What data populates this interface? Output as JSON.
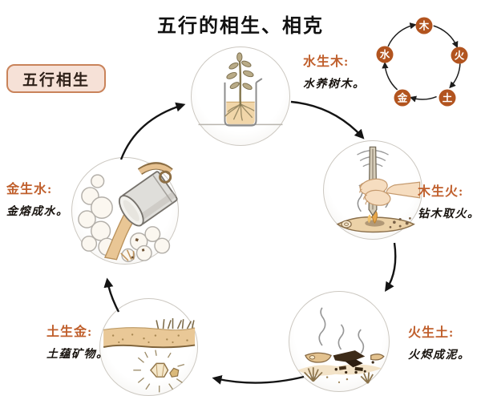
{
  "title": "五行的相生、相克",
  "badge": {
    "label": "五行相生"
  },
  "mini_cycle": {
    "direction": "clockwise",
    "nodes": [
      {
        "label": "木"
      },
      {
        "label": "火"
      },
      {
        "label": "土"
      },
      {
        "label": "金"
      },
      {
        "label": "水"
      }
    ]
  },
  "stages": [
    {
      "name": "水生木",
      "label": "水生木:",
      "desc": "水养树木。",
      "illustration": "plant-in-beaker"
    },
    {
      "name": "木生火",
      "label": "木生火:",
      "desc": "钻木取火。",
      "illustration": "hands-drilling-wood"
    },
    {
      "name": "火生土",
      "label": "火生土:",
      "desc": "火烬成泥。",
      "illustration": "burnt-wood-ashes"
    },
    {
      "name": "土生金",
      "label": "土生金:",
      "desc": "土蕴矿物。",
      "illustration": "mineral-in-soil"
    },
    {
      "name": "金生水",
      "label": "金生水:",
      "desc": "金熔成水。",
      "illustration": "molten-metal-pouring"
    }
  ],
  "colors": {
    "accent_orange": "#c05f2c",
    "mini_node_fill": "#b2541f",
    "badge_bg": "#f6e1d7",
    "badge_border": "#c9835a",
    "arrow_black": "#141414",
    "tan": "#ecd2a8"
  }
}
